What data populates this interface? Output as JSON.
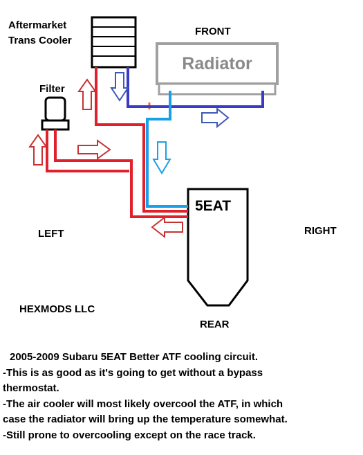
{
  "labels": {
    "aftermarket_line1": "Aftermarket",
    "aftermarket_line2": "Trans Cooler",
    "front": "FRONT",
    "radiator": "Radiator",
    "filter": "Filter",
    "transmission": "5EAT",
    "left": "LEFT",
    "right": "RIGHT",
    "rear": "REAR",
    "company": "HEXMODS LLC"
  },
  "notes": {
    "title": "2005-2009 Subaru 5EAT Better ATF cooling circuit.",
    "line1": "-This is as good as it's going to get without a bypass",
    "line1b": "thermostat.",
    "line2": "-The air cooler will most likely overcool the ATF, in which",
    "line2b": "case the radiator will bring up the temperature somewhat.",
    "line3": "-Still prone to overcooling except on the race track."
  },
  "colors": {
    "hot_line": "#e0202a",
    "cool_line_dark": "#3a3ac8",
    "cool_line_light": "#1aa0e8",
    "radiator_outline": "#a0a0a0",
    "arrow_red": "#c83232",
    "arrow_blue": "#3c5ab4"
  }
}
